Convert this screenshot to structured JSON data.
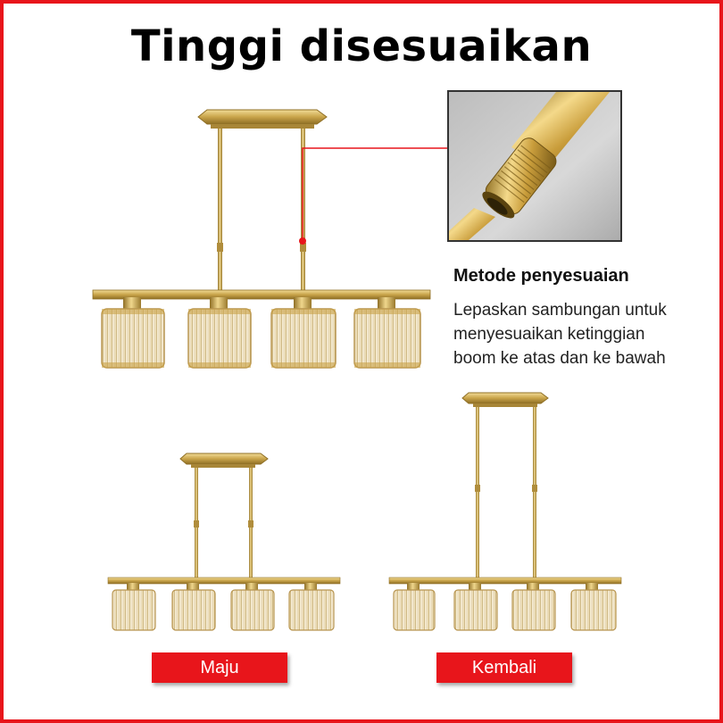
{
  "title": "Tinggi disesuaikan",
  "method": {
    "heading": "Metode penyesuaian",
    "lines": [
      "Lepaskan sambungan untuk",
      "menyesuaikan ketinggian",
      "boom ke atas dan ke bawah"
    ]
  },
  "labels": {
    "forward": "Maju",
    "back": "Kembali"
  },
  "colors": {
    "accent": "#e8151b",
    "gold": "#c9a44a",
    "frame": "#e8151b"
  },
  "icons": [
    "chandelier-illustration",
    "zoom-detail-joint"
  ]
}
